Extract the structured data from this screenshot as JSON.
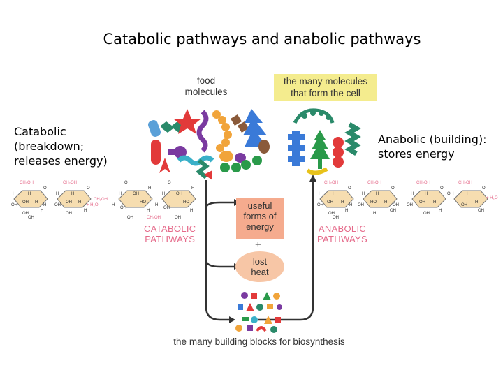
{
  "title": "Catabolic pathways and anabolic pathways",
  "catabolic_desc": "Catabolic\n(breakdown;\nreleases energy)",
  "anabolic_desc": "Anabolic (building):\nstores energy",
  "diagram": {
    "food_molecules": "food\nmolecules",
    "many_molecules": "the many molecules\nthat form the cell",
    "useful_energy": "useful\nforms of\nenergy",
    "plus": "+",
    "lost_heat": "lost\nheat",
    "catabolic_label": "CATABOLIC\nPATHWAYS",
    "anabolic_label": "ANABOLIC\nPATHWAYS",
    "building_blocks": "the many building blocks for biosynthesis"
  },
  "glucose_left": {
    "atoms": [
      "CH₂OH",
      "O",
      "H",
      "H",
      "OH",
      "H",
      "OH",
      "H",
      "OH",
      "H",
      "OH",
      "CH₂OH",
      "O",
      "H",
      "H",
      "OH",
      "H",
      "OH",
      "H",
      "OH",
      "+ H₂O",
      "CH₂OH",
      "O",
      "H",
      "H",
      "OH",
      "H",
      "HO",
      "OH",
      "H",
      "OH",
      "CH₂OH",
      "O",
      "H",
      "H",
      "OH",
      "H",
      "HO",
      "OH",
      "H",
      "OH"
    ]
  },
  "glucose_right": {
    "atoms": [
      "CH₂OH",
      "O",
      "H",
      "H",
      "OH",
      "H",
      "OH",
      "H",
      "OH",
      "H",
      "OH",
      "CH₂OH",
      "O",
      "H",
      "H",
      "OH",
      "H",
      "HO",
      "OH",
      "H",
      "OH",
      "CH₂OH",
      "O",
      "H",
      "H",
      "OH",
      "H",
      "OH",
      "H",
      "OH",
      "O",
      "CH₂OH",
      "O",
      "H",
      "H",
      "OH",
      "H",
      "OH",
      "+ H₂O"
    ]
  },
  "colors": {
    "accent_pink": "#e56a8a",
    "energy_box": "#f5ab8e",
    "heat_oval": "#f7c6a6",
    "cell_box": "#f4ec8e",
    "ring_fill": "#f6ddb0"
  }
}
